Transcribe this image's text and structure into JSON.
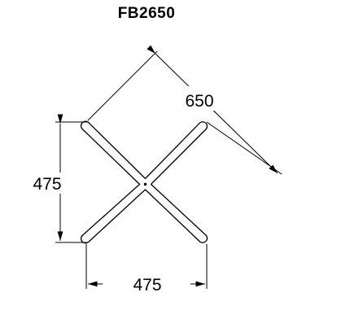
{
  "drawing": {
    "title": "FB2650",
    "dimensions": {
      "diagonal": "650",
      "height": "475",
      "width": "475"
    },
    "colors": {
      "line": "#000000",
      "background": "#ffffff"
    }
  }
}
